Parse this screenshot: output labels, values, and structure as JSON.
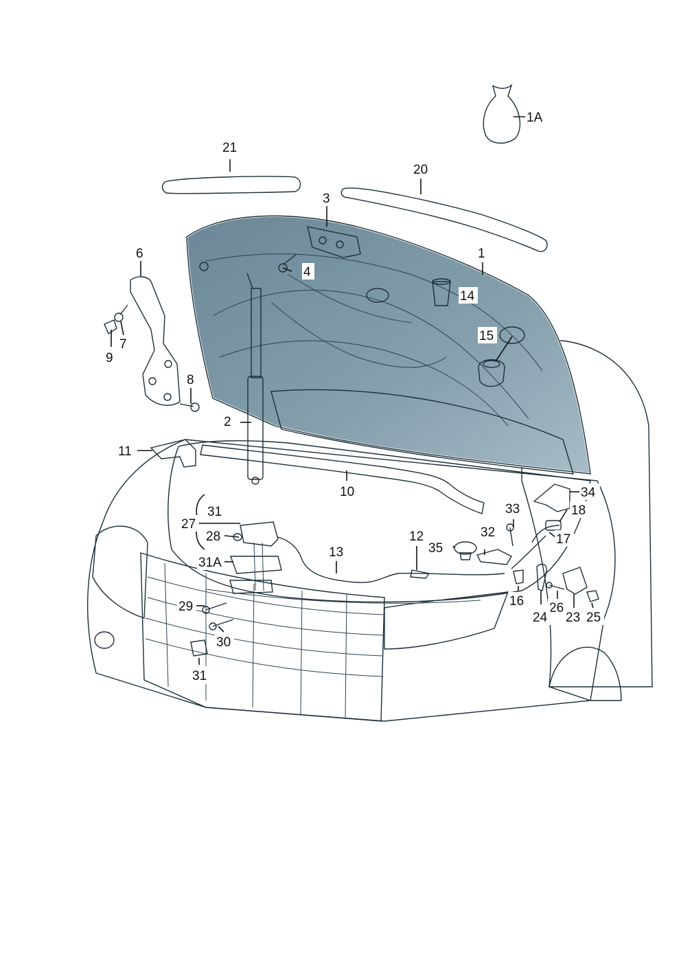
{
  "callouts": {
    "c1": "1",
    "c1a": "1A",
    "c2": "2",
    "c3": "3",
    "c4": "4",
    "c6": "6",
    "c7": "7",
    "c8": "8",
    "c9": "9",
    "c10": "10",
    "c11": "11",
    "c12": "12",
    "c13": "13",
    "c14": "14",
    "c15": "15",
    "c16": "16",
    "c17": "17",
    "c18": "18",
    "c20": "20",
    "c21": "21",
    "c23": "23",
    "c24": "24",
    "c25": "25",
    "c26": "26",
    "c27": "27",
    "c28": "28",
    "c29": "29",
    "c30": "30",
    "c31_top": "31",
    "c31_bottom": "31",
    "c31a": "31A",
    "c32": "32",
    "c33": "33",
    "c34": "34",
    "c35": "35"
  },
  "colors": {
    "dark": "#4a6574",
    "mid": "#7b97a6",
    "light": "#c3d2da",
    "pale": "#e3ebef"
  }
}
